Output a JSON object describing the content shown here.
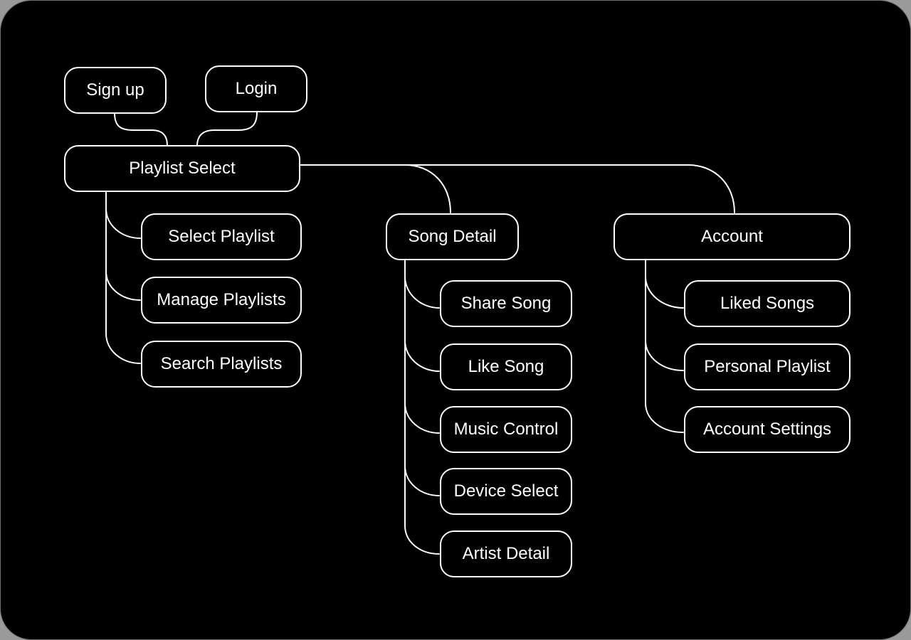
{
  "diagram": {
    "auth": {
      "signup": "Sign up",
      "login": "Login"
    },
    "playlist_select": {
      "label": "Playlist Select",
      "children": [
        "Select Playlist",
        "Manage Playlists",
        "Search Playlists"
      ]
    },
    "song_detail": {
      "label": "Song Detail",
      "children": [
        "Share Song",
        "Like Song",
        "Music Control",
        "Device Select",
        "Artist Detail"
      ]
    },
    "account": {
      "label": "Account",
      "children": [
        "Liked Songs",
        "Personal Playlist",
        "Account Settings"
      ]
    }
  }
}
